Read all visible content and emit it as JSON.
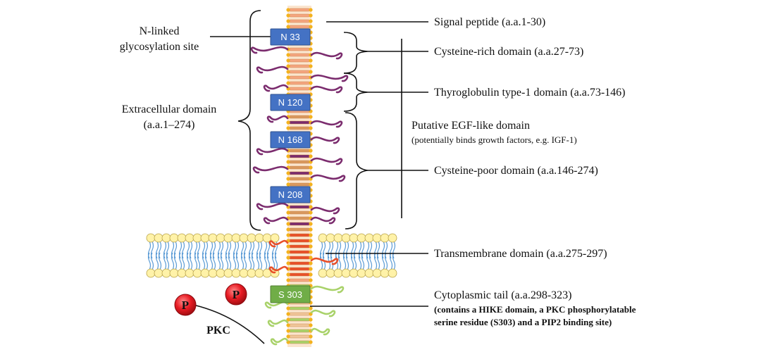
{
  "labels": {
    "n_linked_line1": "N-linked",
    "n_linked_line2": "glycosylation site",
    "extracellular_line1": "Extracellular domain",
    "extracellular_line2": "(a.a.1–274)",
    "signal_peptide": "Signal peptide (a.a.1-30)",
    "cysteine_rich": "Cysteine-rich domain (a.a.27-73)",
    "thyroglobulin": "Thyroglobulin type-1 domain (a.a.73-146)",
    "egf_title": "Putative EGF-like domain",
    "egf_note": "(potentially binds growth factors, e.g. IGF-1)",
    "cysteine_poor": "Cysteine-poor domain (a.a.146-274)",
    "transmembrane": "Transmembrane domain (a.a.275-297)",
    "cyto_title": "Cytoplasmic tail (a.a.298-323)",
    "cyto_note1": "(contains a HIKE domain, a PKC phosphorylatable",
    "cyto_note2": "serine residue (S303) and a PIP2 binding site)",
    "pkc": "PKC",
    "phospho_1": "P",
    "phospho_2": "P"
  },
  "sites": [
    {
      "label": "N 33"
    },
    {
      "label": "N 120"
    },
    {
      "label": "N 168"
    },
    {
      "label": "N 208"
    }
  ],
  "serine_site": {
    "label": "S 303"
  },
  "colors": {
    "glyco_box": "#4472c4",
    "serine_box": "#70ad47",
    "phospho": "#e81c24",
    "loop_purple": "#7b2c6e",
    "loop_green": "#a9d26a",
    "helix_orange": "#f4a580",
    "helix_red": "#e8502a",
    "bead_gold": "#f3b21e",
    "lipid_head": "#fff2a8",
    "lipid_tail": "#5b9bd5"
  }
}
